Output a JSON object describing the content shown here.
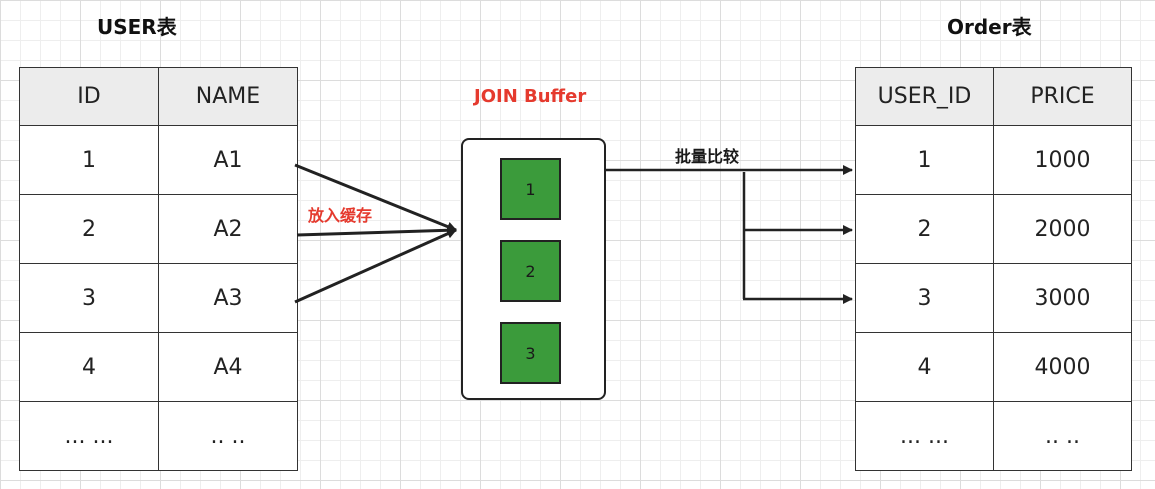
{
  "user_table": {
    "title": "USER表",
    "columns": [
      "ID",
      "NAME"
    ],
    "rows": [
      [
        "1",
        "A1"
      ],
      [
        "2",
        "A2"
      ],
      [
        "3",
        "A3"
      ],
      [
        "4",
        "A4"
      ],
      [
        "... ...",
        ".. .."
      ]
    ]
  },
  "order_table": {
    "title": "Order表",
    "columns": [
      "USER_ID",
      "PRICE"
    ],
    "rows": [
      [
        "1",
        "1000"
      ],
      [
        "2",
        "2000"
      ],
      [
        "3",
        "3000"
      ],
      [
        "4",
        "4000"
      ],
      [
        "... ...",
        ".. .."
      ]
    ]
  },
  "join_buffer": {
    "label": "JOIN Buffer",
    "cells": [
      "1",
      "2",
      "3"
    ],
    "cell_color": "#3b9b3b"
  },
  "arrows": {
    "put_label": "放入缓存",
    "compare_label": "批量比较",
    "label_color": "#e53a2e"
  }
}
